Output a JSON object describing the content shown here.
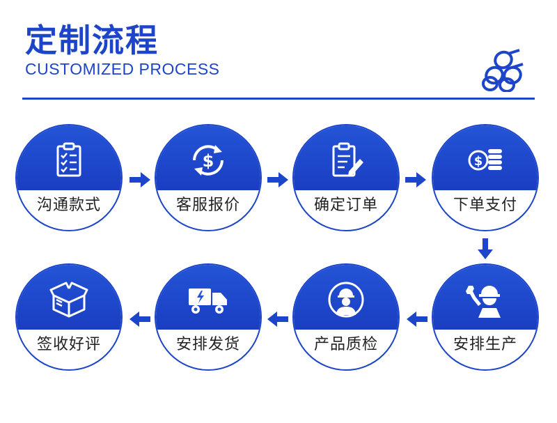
{
  "header": {
    "title_cn": "定制流程",
    "title_en": "CUSTOMIZED PROCESS"
  },
  "colors": {
    "accent": "#1c45c9",
    "circle_fill": "#2454d6",
    "label_text": "#222222"
  },
  "steps": [
    {
      "label": "沟通款式",
      "icon": "clipboard-checklist-icon"
    },
    {
      "label": "客服报价",
      "icon": "dollar-exchange-icon"
    },
    {
      "label": "确定订单",
      "icon": "clipboard-pen-icon"
    },
    {
      "label": "下单支付",
      "icon": "coins-stack-icon"
    },
    {
      "label": "安排生产",
      "icon": "worker-wrench-icon"
    },
    {
      "label": "产品质检",
      "icon": "inspector-avatar-icon"
    },
    {
      "label": "安排发货",
      "icon": "delivery-truck-icon"
    },
    {
      "label": "签收好评",
      "icon": "open-box-icon"
    }
  ]
}
